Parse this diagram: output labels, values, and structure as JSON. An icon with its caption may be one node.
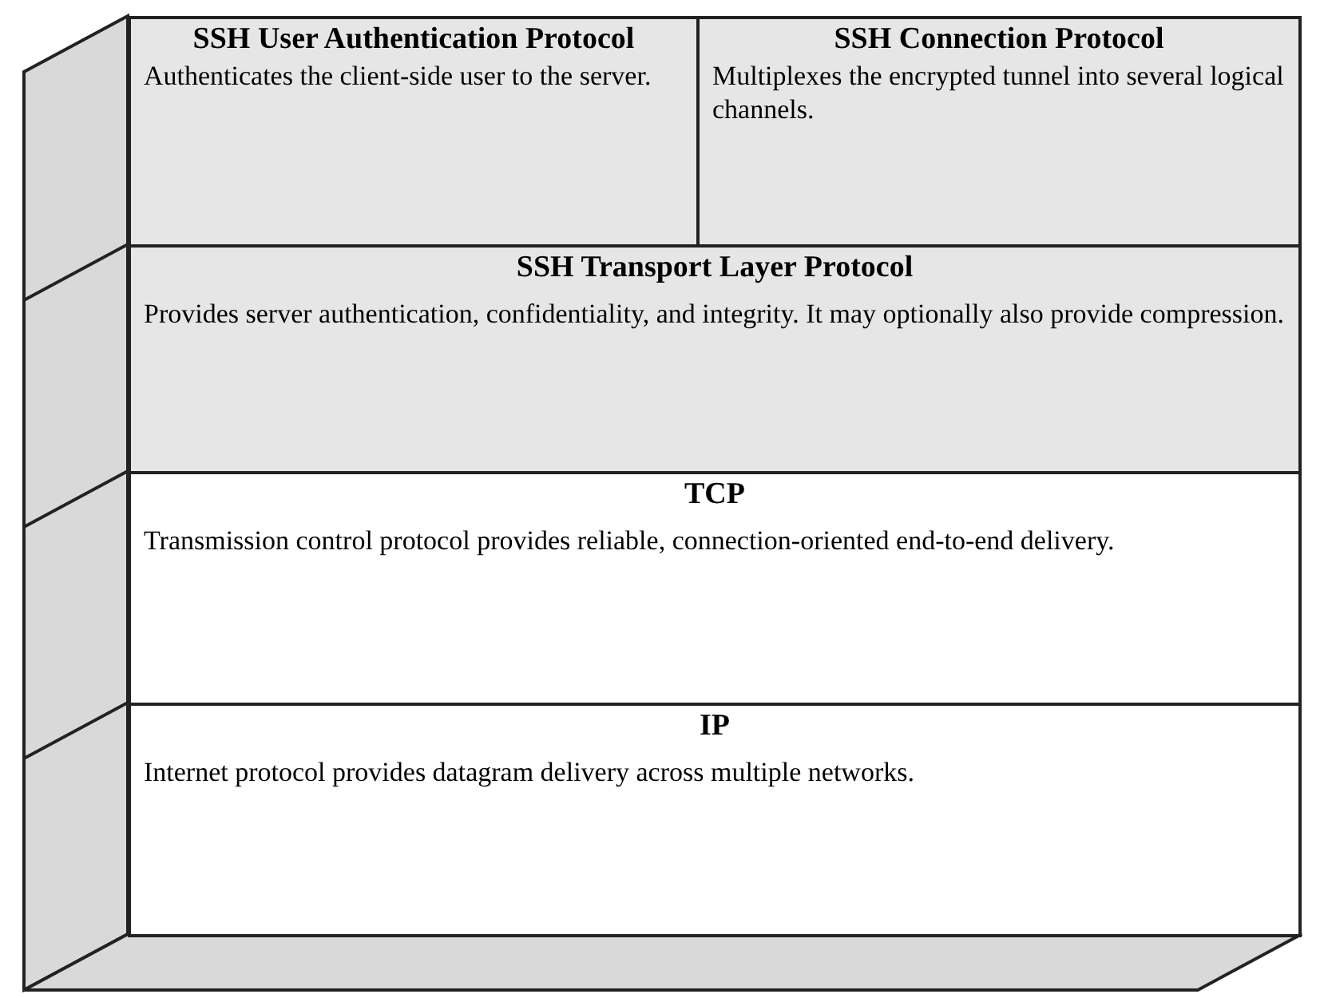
{
  "diagram": {
    "nodes": [
      {
        "text": [
          "SSH User Authentication Protocol",
          "Authenticates the client-side user to the server."
        ]
      },
      {
        "text": [
          "SSH Connection Protocol",
          "Multiplexes the encrypted tunnel into several logical channels."
        ]
      },
      {
        "text": [
          "SSH Transport Layer Protocol",
          "Provides server authentication, confidentiality, and integrity. It may optionally also provide compression."
        ]
      },
      {
        "text": [
          "TCP",
          "Transmission control protocol provides reliable, connection-oriented end-to-end delivery."
        ]
      },
      {
        "text": [
          "IP",
          "Internet protocol provides datagram delivery across multiple networks."
        ]
      }
    ],
    "edges": []
  }
}
